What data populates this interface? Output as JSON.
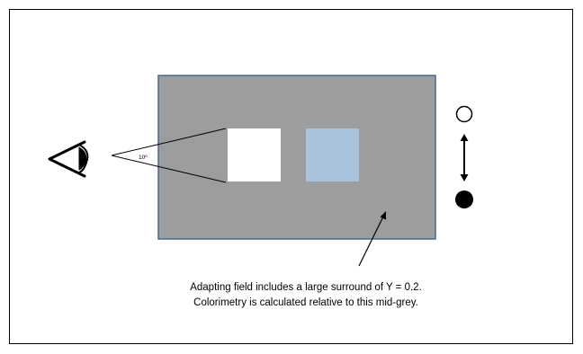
{
  "diagram": {
    "angle_label": "10º",
    "caption_line1": "Adapting field includes a large surround of Y = 0.2.",
    "caption_line2": "Colorimetry is calculated relative to this mid-grey."
  },
  "colors": {
    "surround": "#9b9d9e",
    "surround_border": "#4a6a93",
    "white_patch": "#ffffff",
    "blue_patch": "#a9c2dc",
    "ink": "#000000"
  },
  "icons": {
    "observer": "eye-icon",
    "light_state": "open-circle-icon",
    "dark_state": "filled-circle-icon",
    "adjust": "double-arrow-icon"
  }
}
